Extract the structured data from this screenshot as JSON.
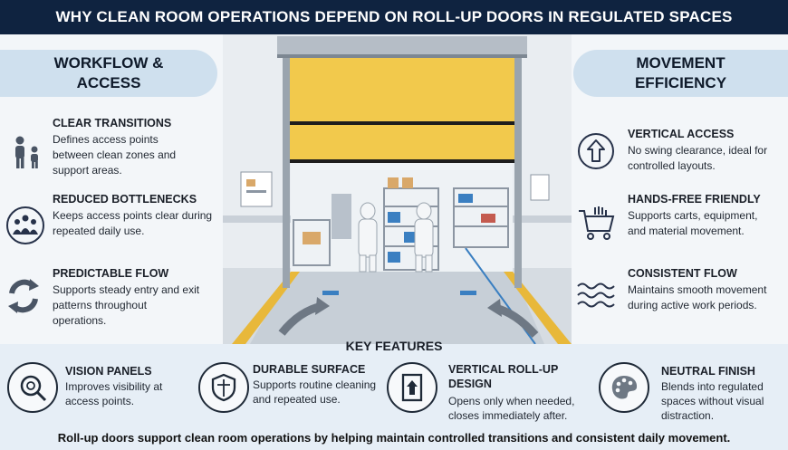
{
  "header": {
    "title": "WHY CLEAN ROOM OPERATIONS DEPEND ON ROLL-UP DOORS IN REGULATED SPACES"
  },
  "left_section": {
    "title": "WORKFLOW & ACCESS",
    "items": [
      {
        "icon": "people-icon",
        "title": "CLEAR TRANSITIONS",
        "text": "Defines access points between clean zones and support areas."
      },
      {
        "icon": "crowd-icon",
        "title": "REDUCED BOTTLENECKS",
        "text": "Keeps access points clear during repeated daily use."
      },
      {
        "icon": "cycle-arrows-icon",
        "title": "PREDICTABLE FLOW",
        "text": "Supports steady entry and exit patterns throughout operations."
      }
    ]
  },
  "right_section": {
    "title": "MOVEMENT EFFICIENCY",
    "items": [
      {
        "icon": "arrow-up-circle-icon",
        "title": "VERTICAL ACCESS",
        "text": "No swing clearance, ideal for controlled layouts."
      },
      {
        "icon": "cart-icon",
        "title": "HANDS-FREE FRIENDLY",
        "text": "Supports carts, equipment, and material movement."
      },
      {
        "icon": "waves-icon",
        "title": "CONSISTENT FLOW",
        "text": "Maintains smooth movement during active work periods."
      }
    ]
  },
  "key_features": {
    "title": "KEY FEATURES",
    "items": [
      {
        "icon": "magnifier-icon",
        "title": "VISION PANELS",
        "text": "Improves visibility at access points."
      },
      {
        "icon": "shield-icon",
        "title": "DURABLE SURFACE",
        "text": "Supports routine cleaning and repeated use."
      },
      {
        "icon": "door-arrow-icon",
        "title": "VERTICAL ROLL-UP DESIGN",
        "text": "Opens only when needed, closes immediately after."
      },
      {
        "icon": "palette-icon",
        "title": "NEUTRAL FINISH",
        "text": "Blends into regulated spaces without visual distraction."
      }
    ]
  },
  "footer": {
    "text": "Roll-up doors support clean room operations by helping maintain controlled transitions and consistent daily movement."
  },
  "colors": {
    "header_bg": "#0f2340",
    "pill_bg": "#cfe0ee",
    "door_yellow": "#f2c94c",
    "floor_marking": "#e8b83a"
  }
}
